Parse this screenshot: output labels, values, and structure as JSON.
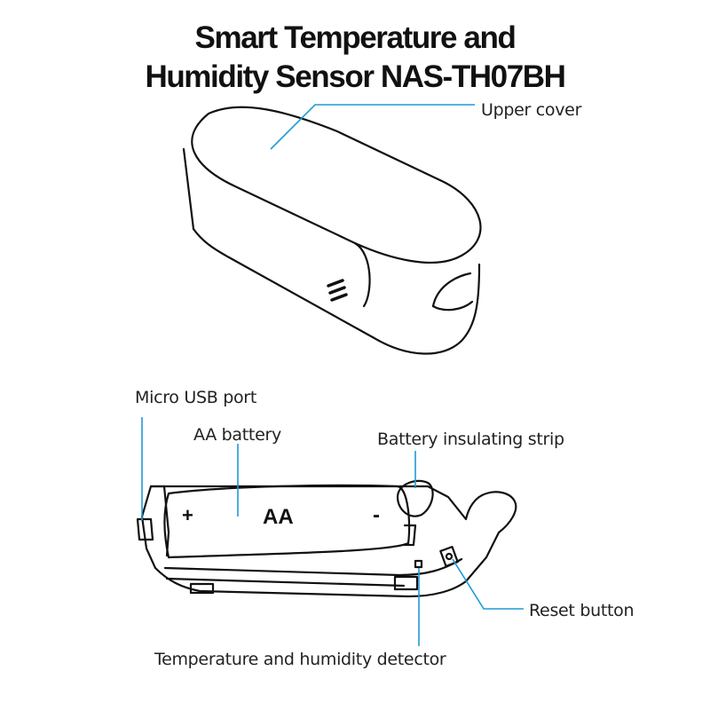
{
  "title": {
    "line1": "Smart Temperature and",
    "line2": "Humidity Sensor NAS-TH07BH"
  },
  "labels": {
    "upper_cover": "Upper cover",
    "micro_usb_port": "Micro USB port",
    "aa_battery": "AA battery",
    "battery_insulating_strip": "Battery insulating strip",
    "reset_button": "Reset button",
    "temp_humidity_detector": "Temperature and humidity detector"
  },
  "battery_marks": {
    "plus": "+",
    "text": "AA",
    "minus": "-"
  },
  "colors": {
    "leader_line": "#1e9ad6",
    "outline": "#111111"
  }
}
